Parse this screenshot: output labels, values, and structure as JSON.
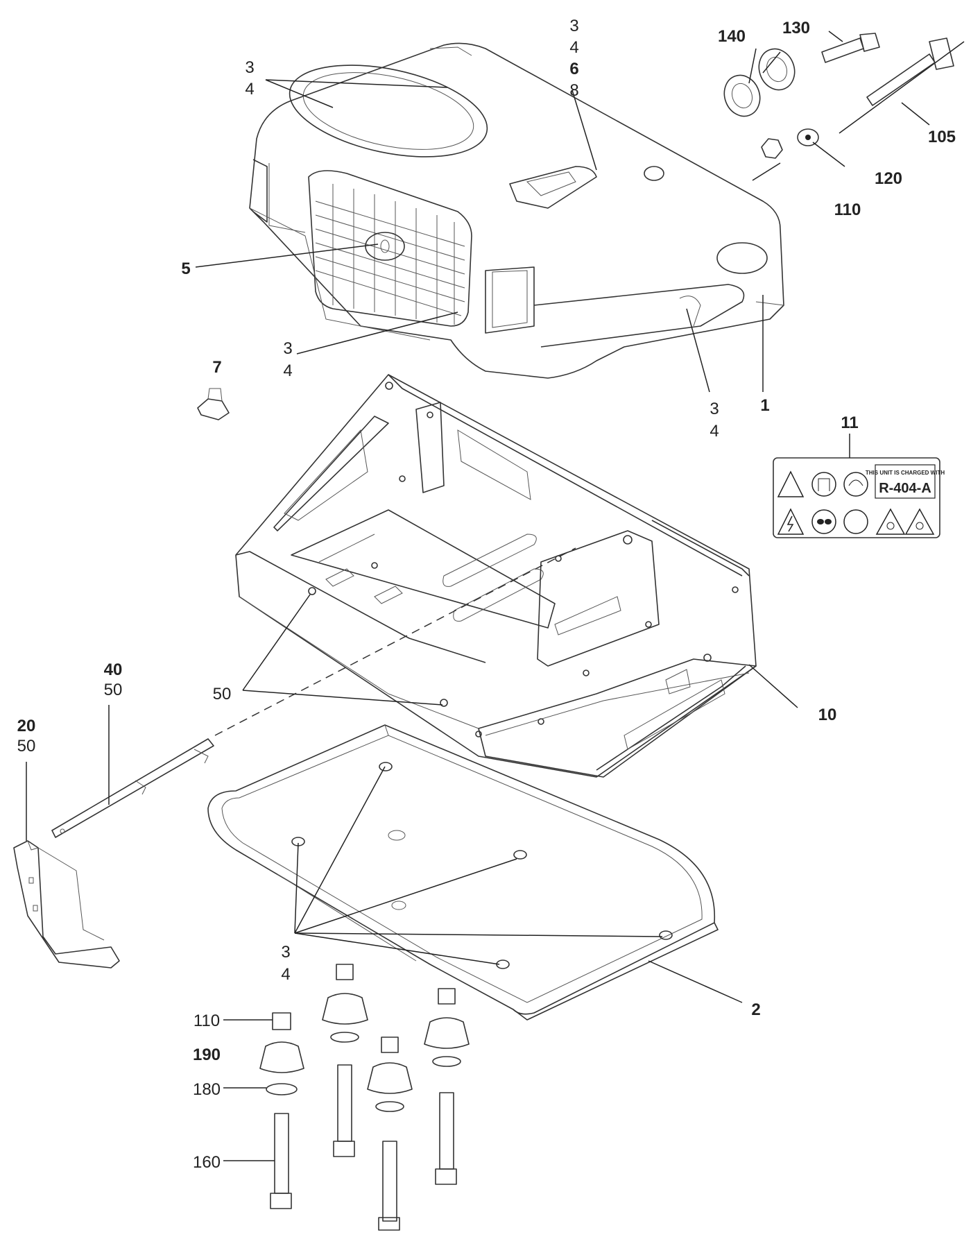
{
  "callouts": {
    "c1": {
      "l1": "3",
      "l2": "4"
    },
    "c2": {
      "l1": "3",
      "l2": "4",
      "l3": "6",
      "l4": "8"
    },
    "c3": {
      "l1": "3",
      "l2": "4"
    },
    "c4": {
      "l1": "3",
      "l2": "4"
    },
    "c5": {
      "l1": "3",
      "l2": "4"
    },
    "n1": "1",
    "n2": "2",
    "n5": "5",
    "n7": "7",
    "n10": "10",
    "n11": "11",
    "n20": {
      "l1": "20",
      "l2": "50"
    },
    "n40": {
      "l1": "40",
      "l2": "50"
    },
    "n50": "50",
    "n105": "105",
    "n110a": "110",
    "n110b": "110",
    "n120": "120",
    "n130": "130",
    "n140": "140",
    "n160": "160",
    "n180": "180",
    "n190": "190"
  },
  "label_sticker": {
    "header": "THIS UNIT IS CHARGED WITH",
    "refrigerant": "R-404-A"
  }
}
